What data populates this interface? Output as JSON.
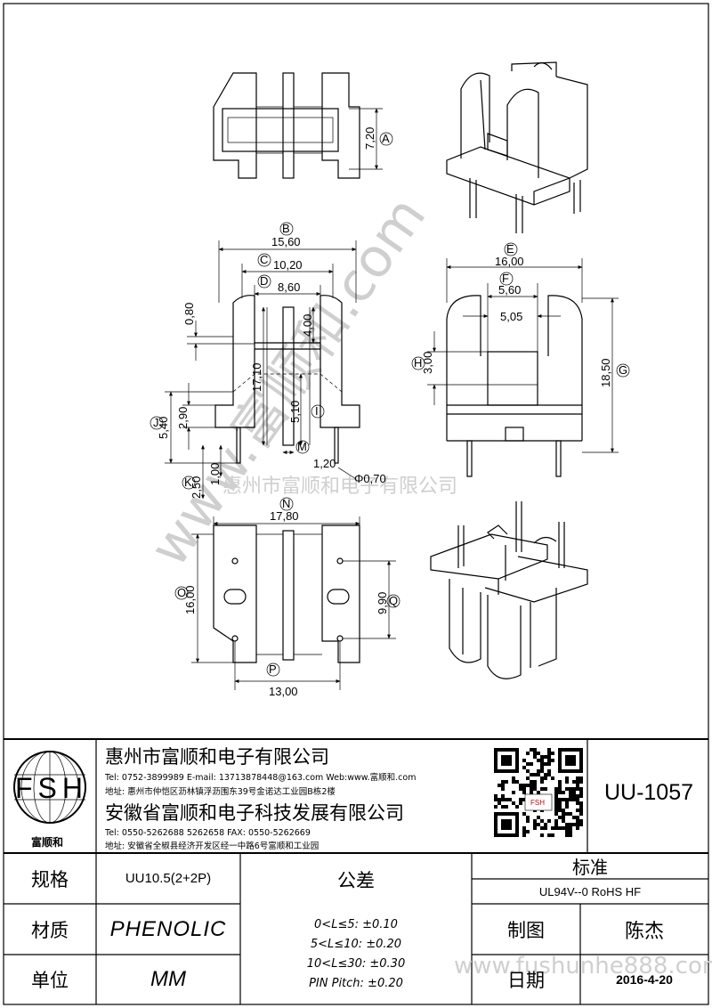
{
  "dimensions": {
    "A": {
      "letter": "A",
      "value": "7,20"
    },
    "B": {
      "letter": "B",
      "value": "15,60"
    },
    "C": {
      "letter": "C",
      "value": "10,20"
    },
    "D": {
      "letter": "D",
      "value": "8,60"
    },
    "E": {
      "letter": "E",
      "value": "16,00"
    },
    "F": {
      "letter": "F",
      "value": "5,60"
    },
    "G": {
      "letter": "G",
      "value": "18,50"
    },
    "H": {
      "letter": "H",
      "value": "3,00"
    },
    "I": {
      "letter": "I",
      "value": "5,10"
    },
    "J": {
      "letter": "J",
      "value": "5,40"
    },
    "K": {
      "letter": "K",
      "value": "2,50"
    },
    "M": {
      "letter": "M",
      "value": "1,20"
    },
    "N": {
      "letter": "N",
      "value": "17,80"
    },
    "O": {
      "letter": "O",
      "value": "16,00"
    },
    "P": {
      "letter": "P",
      "value": "13,00"
    },
    "Q": {
      "letter": "Q",
      "value": "9,90"
    },
    "v080": "0,80",
    "v400": "4,00",
    "v1710": "17,10",
    "v290": "2,90",
    "v100": "1,00",
    "v070": "Φ0,70",
    "v505": "5,05"
  },
  "watermarks": {
    "company": "惠州市富顺和电子有限公司",
    "diagonal": "www.富顺和.com",
    "site": "www.fushunhe888.com"
  },
  "titleblock": {
    "logo_letters": "FSH",
    "logo_name": "富顺和",
    "company1": "惠州市富顺和电子有限公司",
    "contact1": "Tel:  0752-3899989   E-mail: 13713878448@163.com   Web:www.富顺和.com",
    "address1": "地址: 惠州市仲恺区沥林镇浮沥围东39号金诺达工业园B栋2楼",
    "company2": "安徽省富顺和电子科技发展有限公司",
    "contact2": "Tel:  0550-5262688  5262658      FAX: 0550-5262669",
    "address2": "地址: 安徽省全椒县经济开发区经一中路6号富顺和工业园",
    "qr_label": "FSH",
    "part_number": "UU-1057",
    "spec_label": "规格",
    "spec_value": "UU10.5(2+2P)",
    "tolerance_label": "公差",
    "tol1": "0<L≤5: ±0.10",
    "tol2": "5<L≤10: ±0.20",
    "tol3": "10<L≤30: ±0.30",
    "tol4": "PIN Pitch: ±0.20",
    "standard_label": "标准",
    "standard_value": "UL94V--0  RoHS HF",
    "material_label": "材质",
    "material_value": "PHENOLIC",
    "drawn_label": "制图",
    "drawn_value": "陈杰",
    "unit_label": "单位",
    "unit_value": "MM",
    "date_label": "日期",
    "date_value": "2016-4-20"
  }
}
